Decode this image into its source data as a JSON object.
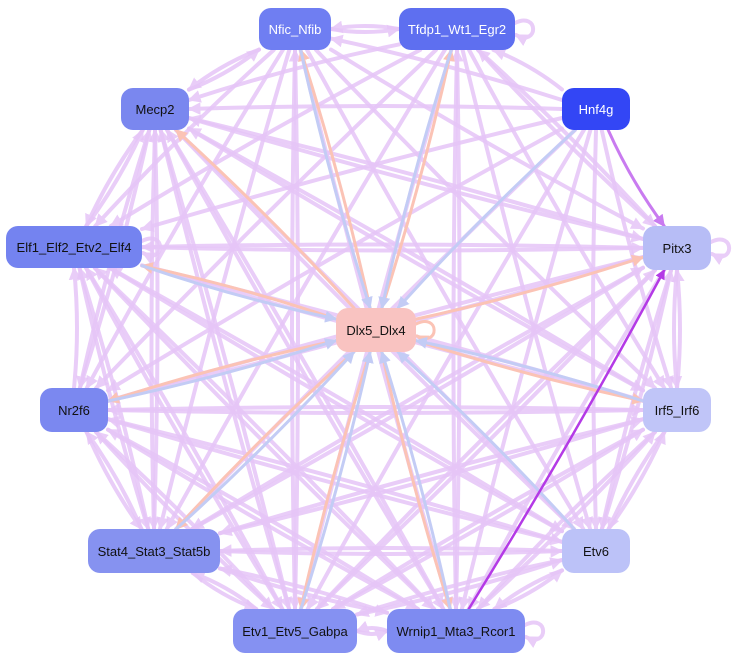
{
  "nodes": [
    {
      "id": "nfic",
      "label": "Nfic_Nfib",
      "color": "#6f7ef2",
      "text": "light"
    },
    {
      "id": "tfdp1",
      "label": "Tfdp1_Wt1_Egr2",
      "color": "#5e6ff0",
      "text": "light"
    },
    {
      "id": "hnf4g",
      "label": "Hnf4g",
      "color": "#3346f5",
      "text": "light"
    },
    {
      "id": "mecp2",
      "label": "Mecp2",
      "color": "#7a87ef",
      "text": "dark"
    },
    {
      "id": "elf1",
      "label": "Elf1_Elf2_Etv2_Elf4",
      "color": "#7483f0",
      "text": "dark"
    },
    {
      "id": "pitx3",
      "label": "Pitx3",
      "color": "#b7bdf6",
      "text": "dark"
    },
    {
      "id": "dlx5",
      "label": "Dlx5_Dlx4",
      "color": "#f9c3c1",
      "text": "dark"
    },
    {
      "id": "nr2f6",
      "label": "Nr2f6",
      "color": "#7b88f0",
      "text": "dark"
    },
    {
      "id": "irf5",
      "label": "Irf5_Irf6",
      "color": "#c0c5f8",
      "text": "dark"
    },
    {
      "id": "stat4",
      "label": "Stat4_Stat3_Stat5b",
      "color": "#8692f0",
      "text": "dark"
    },
    {
      "id": "etv6",
      "label": "Etv6",
      "color": "#bcc2f8",
      "text": "dark"
    },
    {
      "id": "etv1",
      "label": "Etv1_Etv5_Gabpa",
      "color": "#8591f2",
      "text": "dark"
    },
    {
      "id": "wrnip1",
      "label": "Wrnip1_Mta3_Rcor1",
      "color": "#7e8bf1",
      "text": "dark"
    }
  ],
  "edge_colors": {
    "default": "#e6c5f7",
    "orange": "#fbc3b5",
    "blue": "#c3ccf5",
    "strong": "#c97bf0",
    "strongest": "#b43ae6"
  },
  "edges": [
    {
      "from": "tfdp1",
      "to": "nfic",
      "style": "default"
    },
    {
      "from": "nfic",
      "to": "tfdp1",
      "style": "default"
    },
    {
      "from": "tfdp1",
      "to": "tfdp1",
      "style": "default"
    },
    {
      "from": "hnf4g",
      "to": "pitx3",
      "style": "strong"
    },
    {
      "from": "wrnip1",
      "to": "pitx3",
      "style": "strongest"
    },
    {
      "from": "pitx3",
      "to": "pitx3",
      "style": "default"
    },
    {
      "from": "dlx5",
      "to": "dlx5",
      "style": "orange"
    },
    {
      "from": "wrnip1",
      "to": "wrnip1",
      "style": "default"
    },
    {
      "from": "etv1",
      "to": "wrnip1",
      "style": "default"
    },
    {
      "from": "wrnip1",
      "to": "etv1",
      "style": "default"
    },
    {
      "from": "dlx5",
      "to": "nfic",
      "style": "orange"
    },
    {
      "from": "dlx5",
      "to": "tfdp1",
      "style": "orange"
    },
    {
      "from": "dlx5",
      "to": "mecp2",
      "style": "orange"
    },
    {
      "from": "dlx5",
      "to": "elf1",
      "style": "orange"
    },
    {
      "from": "dlx5",
      "to": "pitx3",
      "style": "orange"
    },
    {
      "from": "dlx5",
      "to": "nr2f6",
      "style": "orange"
    },
    {
      "from": "dlx5",
      "to": "irf5",
      "style": "orange"
    },
    {
      "from": "dlx5",
      "to": "stat4",
      "style": "orange"
    },
    {
      "from": "dlx5",
      "to": "etv1",
      "style": "orange"
    },
    {
      "from": "dlx5",
      "to": "wrnip1",
      "style": "orange"
    },
    {
      "from": "hnf4g",
      "to": "dlx5",
      "style": "blue"
    },
    {
      "from": "irf5",
      "to": "dlx5",
      "style": "blue"
    },
    {
      "from": "etv6",
      "to": "dlx5",
      "style": "blue"
    },
    {
      "from": "nfic",
      "to": "dlx5",
      "style": "blue"
    },
    {
      "from": "tfdp1",
      "to": "dlx5",
      "style": "blue"
    },
    {
      "from": "stat4",
      "to": "dlx5",
      "style": "blue"
    },
    {
      "from": "etv1",
      "to": "dlx5",
      "style": "blue"
    },
    {
      "from": "wrnip1",
      "to": "dlx5",
      "style": "blue"
    },
    {
      "from": "elf1",
      "to": "dlx5",
      "style": "blue"
    },
    {
      "from": "nr2f6",
      "to": "dlx5",
      "style": "blue"
    },
    {
      "from": "hnf4g",
      "to": "mecp2",
      "style": "default"
    },
    {
      "from": "hnf4g",
      "to": "elf1",
      "style": "default"
    },
    {
      "from": "hnf4g",
      "to": "tfdp1",
      "style": "default"
    },
    {
      "from": "hnf4g",
      "to": "nfic",
      "style": "default"
    },
    {
      "from": "hnf4g",
      "to": "irf5",
      "style": "default"
    },
    {
      "from": "hnf4g",
      "to": "etv6",
      "style": "default"
    },
    {
      "from": "hnf4g",
      "to": "wrnip1",
      "style": "default"
    },
    {
      "from": "hnf4g",
      "to": "etv1",
      "style": "default"
    },
    {
      "from": "hnf4g",
      "to": "stat4",
      "style": "default"
    },
    {
      "from": "hnf4g",
      "to": "nr2f6",
      "style": "default"
    },
    {
      "from": "mecp2",
      "to": "nfic",
      "style": "default"
    },
    {
      "from": "mecp2",
      "to": "elf1",
      "style": "default"
    },
    {
      "from": "mecp2",
      "to": "pitx3",
      "style": "default"
    },
    {
      "from": "mecp2",
      "to": "irf5",
      "style": "default"
    },
    {
      "from": "mecp2",
      "to": "etv6",
      "style": "default"
    },
    {
      "from": "mecp2",
      "to": "wrnip1",
      "style": "default"
    },
    {
      "from": "mecp2",
      "to": "etv1",
      "style": "default"
    },
    {
      "from": "mecp2",
      "to": "stat4",
      "style": "default"
    },
    {
      "from": "mecp2",
      "to": "nr2f6",
      "style": "default"
    },
    {
      "from": "nfic",
      "to": "mecp2",
      "style": "default"
    },
    {
      "from": "nfic",
      "to": "elf1",
      "style": "default"
    },
    {
      "from": "nfic",
      "to": "pitx3",
      "style": "default"
    },
    {
      "from": "nfic",
      "to": "irf5",
      "style": "default"
    },
    {
      "from": "nfic",
      "to": "etv6",
      "style": "default"
    },
    {
      "from": "nfic",
      "to": "wrnip1",
      "style": "default"
    },
    {
      "from": "nfic",
      "to": "etv1",
      "style": "default"
    },
    {
      "from": "nfic",
      "to": "stat4",
      "style": "default"
    },
    {
      "from": "nfic",
      "to": "nr2f6",
      "style": "default"
    },
    {
      "from": "tfdp1",
      "to": "mecp2",
      "style": "default"
    },
    {
      "from": "tfdp1",
      "to": "elf1",
      "style": "default"
    },
    {
      "from": "tfdp1",
      "to": "pitx3",
      "style": "default"
    },
    {
      "from": "tfdp1",
      "to": "irf5",
      "style": "default"
    },
    {
      "from": "tfdp1",
      "to": "etv6",
      "style": "default"
    },
    {
      "from": "tfdp1",
      "to": "wrnip1",
      "style": "default"
    },
    {
      "from": "tfdp1",
      "to": "etv1",
      "style": "default"
    },
    {
      "from": "tfdp1",
      "to": "stat4",
      "style": "default"
    },
    {
      "from": "tfdp1",
      "to": "nr2f6",
      "style": "default"
    },
    {
      "from": "elf1",
      "to": "pitx3",
      "style": "default"
    },
    {
      "from": "elf1",
      "to": "irf5",
      "style": "default"
    },
    {
      "from": "elf1",
      "to": "etv6",
      "style": "default"
    },
    {
      "from": "elf1",
      "to": "wrnip1",
      "style": "default"
    },
    {
      "from": "elf1",
      "to": "etv1",
      "style": "default"
    },
    {
      "from": "elf1",
      "to": "stat4",
      "style": "default"
    },
    {
      "from": "elf1",
      "to": "mecp2",
      "style": "default"
    },
    {
      "from": "elf1",
      "to": "elf1",
      "style": "default"
    },
    {
      "from": "nr2f6",
      "to": "elf1",
      "style": "default"
    },
    {
      "from": "nr2f6",
      "to": "pitx3",
      "style": "default"
    },
    {
      "from": "nr2f6",
      "to": "irf5",
      "style": "default"
    },
    {
      "from": "nr2f6",
      "to": "etv6",
      "style": "default"
    },
    {
      "from": "nr2f6",
      "to": "wrnip1",
      "style": "default"
    },
    {
      "from": "nr2f6",
      "to": "etv1",
      "style": "default"
    },
    {
      "from": "nr2f6",
      "to": "stat4",
      "style": "default"
    },
    {
      "from": "nr2f6",
      "to": "mecp2",
      "style": "default"
    },
    {
      "from": "stat4",
      "to": "elf1",
      "style": "default"
    },
    {
      "from": "stat4",
      "to": "pitx3",
      "style": "default"
    },
    {
      "from": "stat4",
      "to": "irf5",
      "style": "default"
    },
    {
      "from": "stat4",
      "to": "etv6",
      "style": "default"
    },
    {
      "from": "stat4",
      "to": "wrnip1",
      "style": "default"
    },
    {
      "from": "stat4",
      "to": "etv1",
      "style": "default"
    },
    {
      "from": "stat4",
      "to": "nr2f6",
      "style": "default"
    },
    {
      "from": "stat4",
      "to": "mecp2",
      "style": "default"
    },
    {
      "from": "etv1",
      "to": "elf1",
      "style": "default"
    },
    {
      "from": "etv1",
      "to": "pitx3",
      "style": "default"
    },
    {
      "from": "etv1",
      "to": "irf5",
      "style": "default"
    },
    {
      "from": "etv1",
      "to": "etv6",
      "style": "default"
    },
    {
      "from": "etv1",
      "to": "stat4",
      "style": "default"
    },
    {
      "from": "etv1",
      "to": "nr2f6",
      "style": "default"
    },
    {
      "from": "etv1",
      "to": "mecp2",
      "style": "default"
    },
    {
      "from": "etv1",
      "to": "nfic",
      "style": "default"
    },
    {
      "from": "wrnip1",
      "to": "elf1",
      "style": "default"
    },
    {
      "from": "wrnip1",
      "to": "irf5",
      "style": "default"
    },
    {
      "from": "wrnip1",
      "to": "etv6",
      "style": "default"
    },
    {
      "from": "wrnip1",
      "to": "stat4",
      "style": "default"
    },
    {
      "from": "wrnip1",
      "to": "nr2f6",
      "style": "default"
    },
    {
      "from": "wrnip1",
      "to": "mecp2",
      "style": "default"
    },
    {
      "from": "wrnip1",
      "to": "tfdp1",
      "style": "default"
    },
    {
      "from": "etv6",
      "to": "elf1",
      "style": "default"
    },
    {
      "from": "etv6",
      "to": "pitx3",
      "style": "default"
    },
    {
      "from": "etv6",
      "to": "irf5",
      "style": "default"
    },
    {
      "from": "etv6",
      "to": "stat4",
      "style": "default"
    },
    {
      "from": "etv6",
      "to": "wrnip1",
      "style": "default"
    },
    {
      "from": "etv6",
      "to": "etv1",
      "style": "default"
    },
    {
      "from": "etv6",
      "to": "nr2f6",
      "style": "default"
    },
    {
      "from": "etv6",
      "to": "mecp2",
      "style": "default"
    },
    {
      "from": "irf5",
      "to": "elf1",
      "style": "default"
    },
    {
      "from": "irf5",
      "to": "pitx3",
      "style": "default"
    },
    {
      "from": "irf5",
      "to": "etv6",
      "style": "default"
    },
    {
      "from": "irf5",
      "to": "stat4",
      "style": "default"
    },
    {
      "from": "irf5",
      "to": "wrnip1",
      "style": "default"
    },
    {
      "from": "irf5",
      "to": "etv1",
      "style": "default"
    },
    {
      "from": "irf5",
      "to": "nr2f6",
      "style": "default"
    },
    {
      "from": "irf5",
      "to": "mecp2",
      "style": "default"
    },
    {
      "from": "pitx3",
      "to": "elf1",
      "style": "default"
    },
    {
      "from": "pitx3",
      "to": "irf5",
      "style": "default"
    },
    {
      "from": "pitx3",
      "to": "etv6",
      "style": "default"
    },
    {
      "from": "pitx3",
      "to": "stat4",
      "style": "default"
    },
    {
      "from": "pitx3",
      "to": "wrnip1",
      "style": "default"
    },
    {
      "from": "pitx3",
      "to": "etv1",
      "style": "default"
    },
    {
      "from": "pitx3",
      "to": "nr2f6",
      "style": "default"
    },
    {
      "from": "pitx3",
      "to": "mecp2",
      "style": "default"
    },
    {
      "from": "pitx3",
      "to": "tfdp1",
      "style": "default"
    }
  ]
}
